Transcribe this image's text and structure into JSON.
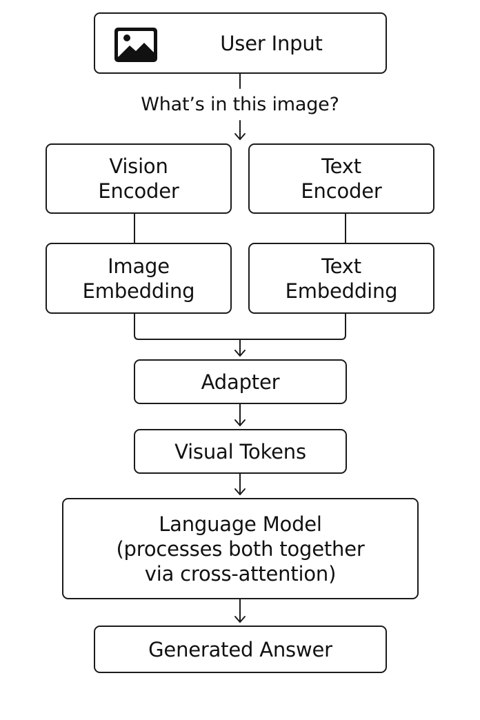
{
  "diagram": {
    "nodes": {
      "user_input": "User Input",
      "vision_encoder": "Vision\nEncoder",
      "text_encoder": "Text\nEncoder",
      "image_embedding": "Image\nEmbedding",
      "text_embedding": "Text\nEmbedding",
      "adapter": "Adapter",
      "visual_tokens": "Visual Tokens",
      "language_model": "Language Model\n(processes both together\nvia cross-attention)",
      "generated_answer": "Generated Answer"
    },
    "edge_labels": {
      "query": "What’s in this image?"
    },
    "icons": {
      "user_input_icon": "image-icon"
    }
  }
}
